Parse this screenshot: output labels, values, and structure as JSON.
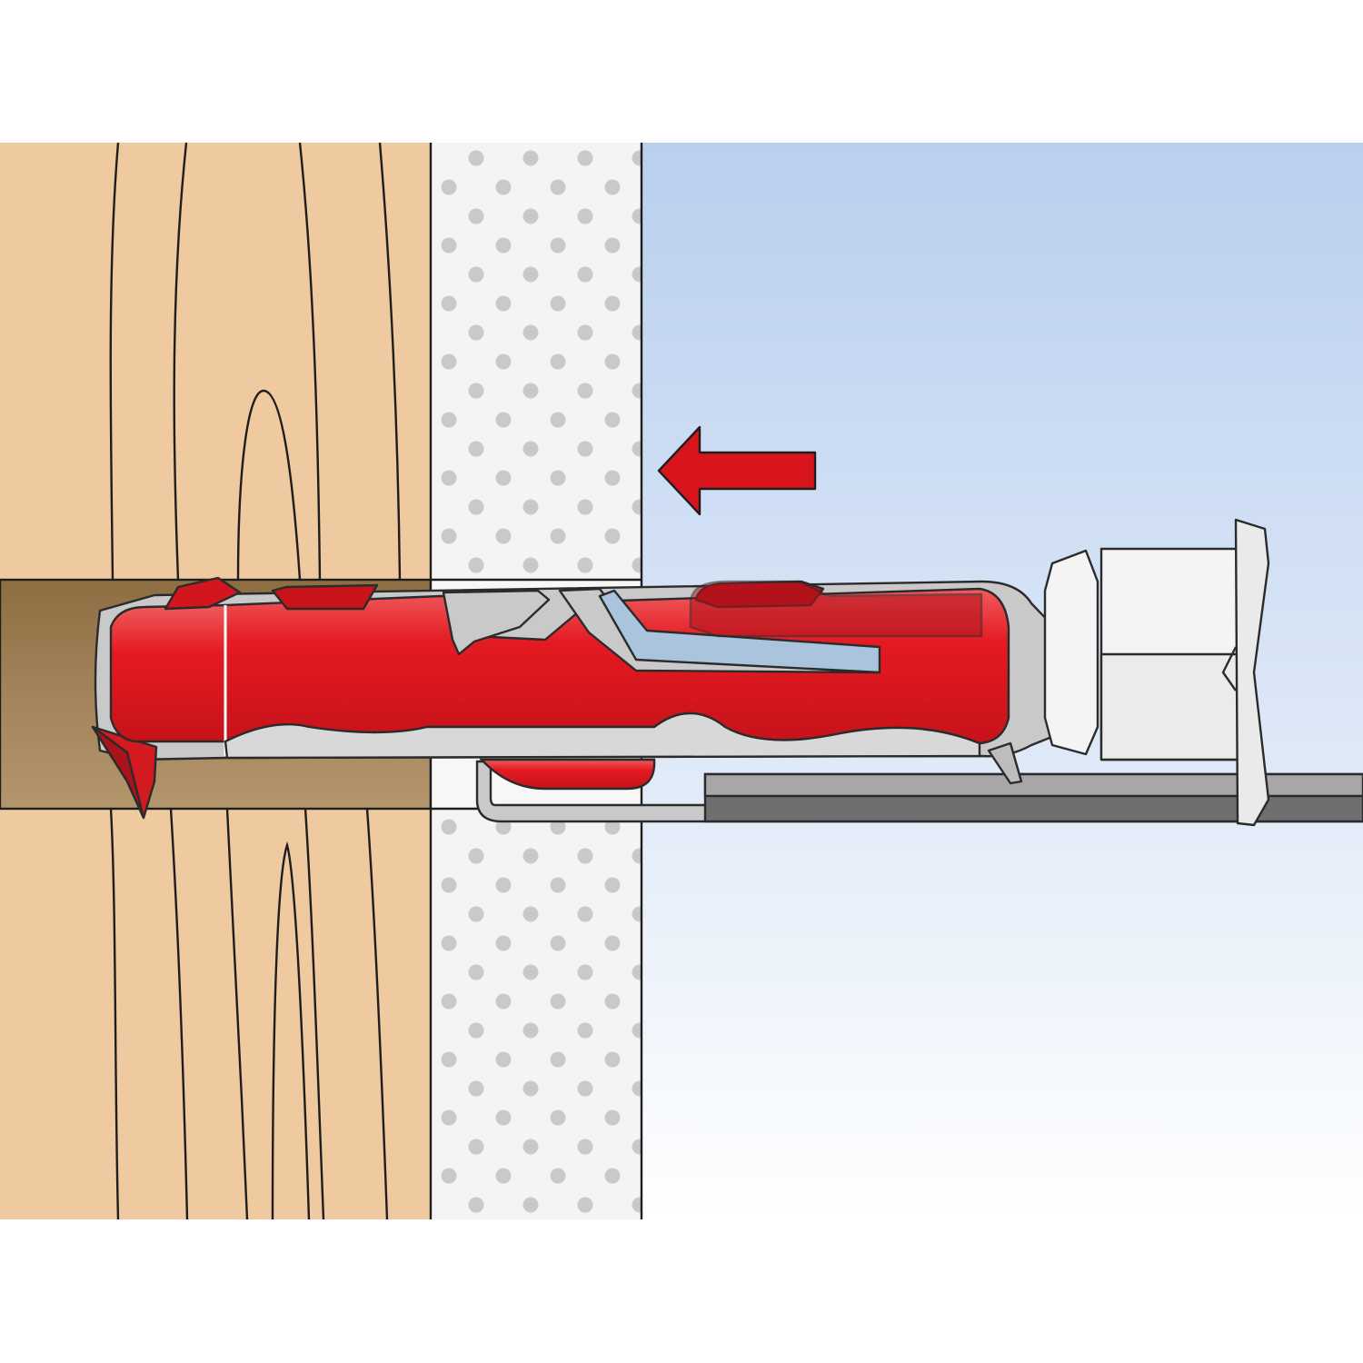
{
  "diagram": {
    "colors": {
      "background": "#ffffff",
      "wood": "#efc9a0",
      "wood_hole": "#9c7d50",
      "plasterboard": "#f4f4f4",
      "plaster_dots": "#c9c9c9",
      "air_top": "#b9cfee",
      "air_bottom": "#ffffff",
      "anchor_red": "#e0141c",
      "anchor_dark_red": "#b2121a",
      "anchor_highlight": "#f39a9a",
      "anchor_grey": "#c9c9c9",
      "screw_white": "#f4f4f4",
      "blade_blue": "#a9c4dc",
      "outline": "#2b2b2b",
      "arrow": "#d8141c"
    },
    "icons": {
      "direction": "arrow-left-icon"
    },
    "layers": [
      "wood",
      "plasterboard",
      "air"
    ]
  }
}
